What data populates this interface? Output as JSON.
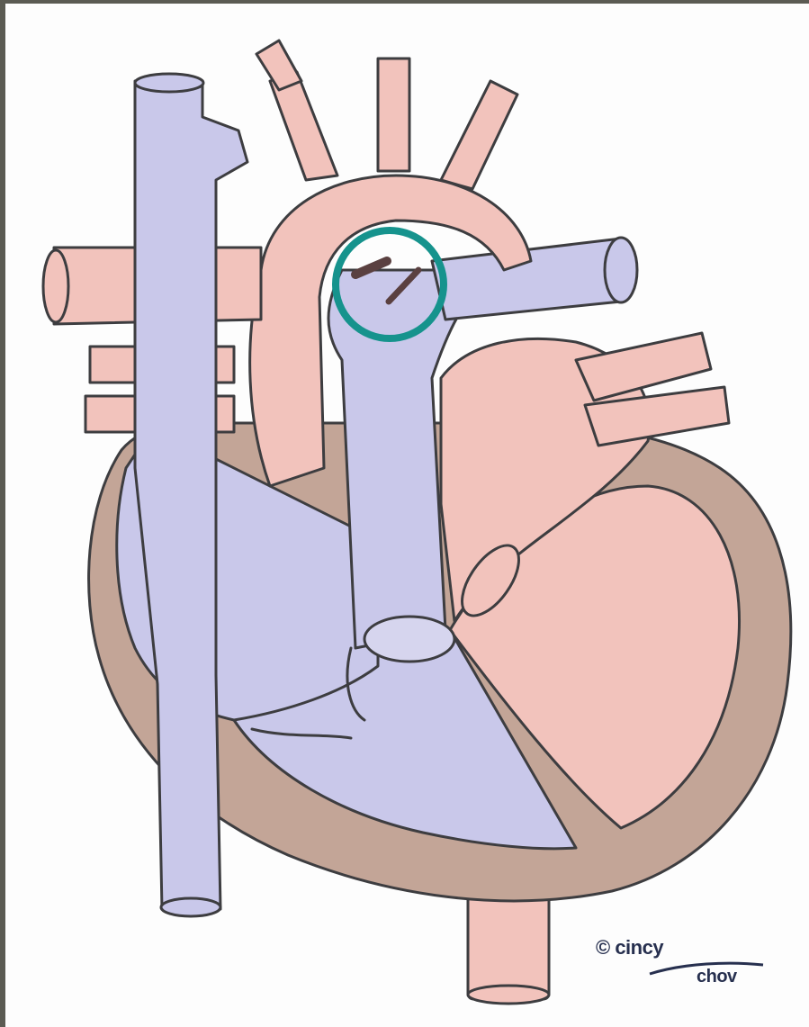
{
  "image": {
    "subject": "heart",
    "colors": {
      "deoxygenated": "#c9c8ea",
      "oxygenated": "#f2c3bc",
      "muscle": "#c3a597",
      "outline": "#3d3d40",
      "highlight_ring": "#16938d",
      "frame": "#5b5b53"
    }
  },
  "watermark": {
    "top_text": "© cincy",
    "bottom_text": "chov"
  }
}
